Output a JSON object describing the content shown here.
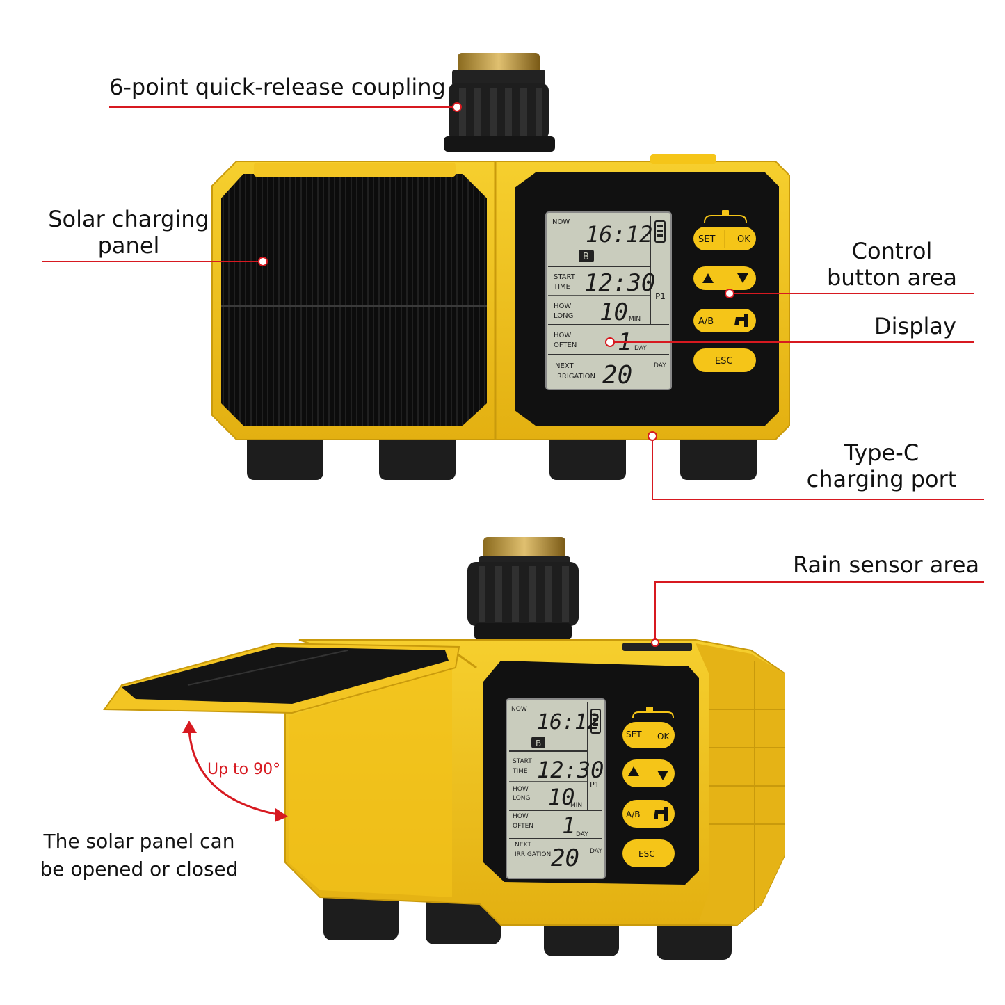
{
  "callouts": {
    "coupling": "6-point quick-release coupling",
    "solar_line1": "Solar charging",
    "solar_line2": "panel",
    "control_line1": "Control",
    "control_line2": "button area",
    "display": "Display",
    "typec_line1": "Type-C",
    "typec_line2": "charging port",
    "rain": "Rain sensor area",
    "panel_note_line1": "The solar panel can",
    "panel_note_line2": "be opened or closed",
    "angle": "Up to 90°"
  },
  "lcd": {
    "now_label": "NOW",
    "now_time": "16:12",
    "badge": "B",
    "start_label_1": "START",
    "start_label_2": "TIME",
    "start_time": "12:30",
    "program": "P1",
    "how_long_1": "HOW",
    "how_long_2": "LONG",
    "how_long_value": "10",
    "how_long_unit": "MIN",
    "how_often_1": "HOW",
    "how_often_2": "OFTEN",
    "how_often_value": "1",
    "how_often_unit": "DAY",
    "next_1": "NEXT",
    "next_2": "IRRIGATION",
    "next_value": "20",
    "next_unit": "DAY"
  },
  "buttons": {
    "set": "SET",
    "ok": "OK",
    "ab": "A/B",
    "esc": "ESC",
    "up_icon": "triangle-up-icon",
    "down_icon": "triangle-down-icon",
    "tap_icon": "faucet-icon",
    "lock_icon": "lock-icon"
  },
  "colors": {
    "body_yellow": "#f2c21a",
    "body_shadow": "#c99a0c",
    "button_yellow": "#f5c518",
    "lcd_bg": "#c9ccbd",
    "callout_red": "#d71920",
    "panel_black": "#0d0d0d"
  }
}
